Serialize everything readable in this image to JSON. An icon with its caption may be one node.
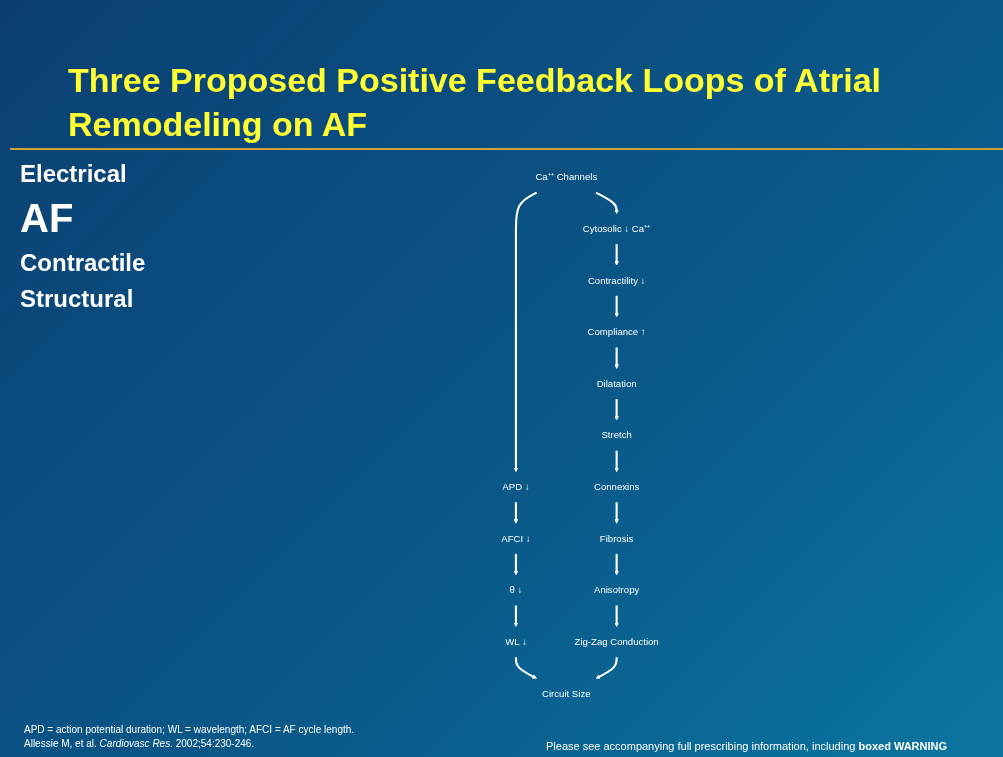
{
  "diagram": {
    "title": "Three Proposed Positive Feedback Loops of Atrial Remodeling on AF",
    "nodes": [
      {
        "text": [
          "AFCI ↓"
        ]
      },
      {
        "text": [
          "θ ↓"
        ]
      },
      {
        "text": [
          "APD ↓"
        ]
      },
      {
        "text": [
          "WL ↓"
        ]
      },
      {
        "text": [
          "Ca⁺⁺ Channels"
        ]
      },
      {
        "text": [
          "Circuit Size"
        ]
      },
      {
        "text": [
          "Cytosolic ↓ Ca⁺⁺"
        ]
      },
      {
        "text": [
          "Stretch"
        ]
      },
      {
        "text": [
          "Zig-Zag Conduction"
        ]
      },
      {
        "text": [
          "Contractility ↓"
        ]
      },
      {
        "text": [
          "Dilatation"
        ]
      },
      {
        "text": [
          "Connexins"
        ]
      },
      {
        "text": [
          "Anisotropy"
        ]
      },
      {
        "text": [
          "Compliance ↑"
        ]
      },
      {
        "text": [
          "Fibrosis"
        ]
      }
    ],
    "edges": [
      {
        "from": 4,
        "to": 2,
        "arrow": "to"
      },
      {
        "from": 2,
        "to": 0,
        "arrow": "to"
      },
      {
        "from": 0,
        "to": 1,
        "arrow": "to"
      },
      {
        "from": 1,
        "to": 3,
        "arrow": "to"
      },
      {
        "from": 3,
        "to": 5,
        "arrow": "to"
      },
      {
        "from": 4,
        "to": 6,
        "arrow": "to"
      },
      {
        "from": 6,
        "to": 9,
        "arrow": "to"
      },
      {
        "from": 9,
        "to": 13,
        "arrow": "to"
      },
      {
        "from": 13,
        "to": 10,
        "arrow": "to"
      },
      {
        "from": 10,
        "to": 7,
        "arrow": "to"
      },
      {
        "from": 7,
        "to": 11,
        "arrow": "to"
      },
      {
        "from": 11,
        "to": 14,
        "arrow": "to"
      },
      {
        "from": 14,
        "to": 12,
        "arrow": "to"
      },
      {
        "from": 12,
        "to": 8,
        "arrow": "to"
      },
      {
        "from": 8,
        "to": 5,
        "arrow": "to"
      }
    ],
    "labels": [
      "Electrical",
      "AF",
      "Contractile",
      "Structural",
      "APD = action potential duration; WL = wavelength; AFCI = AF cycle length.",
      "Allessie M, et al. *Cardiovasc Res.* 2002;54:230-246.",
      "Please see accompanying full prescribing information, including **boxed WARNING**"
    ]
  }
}
